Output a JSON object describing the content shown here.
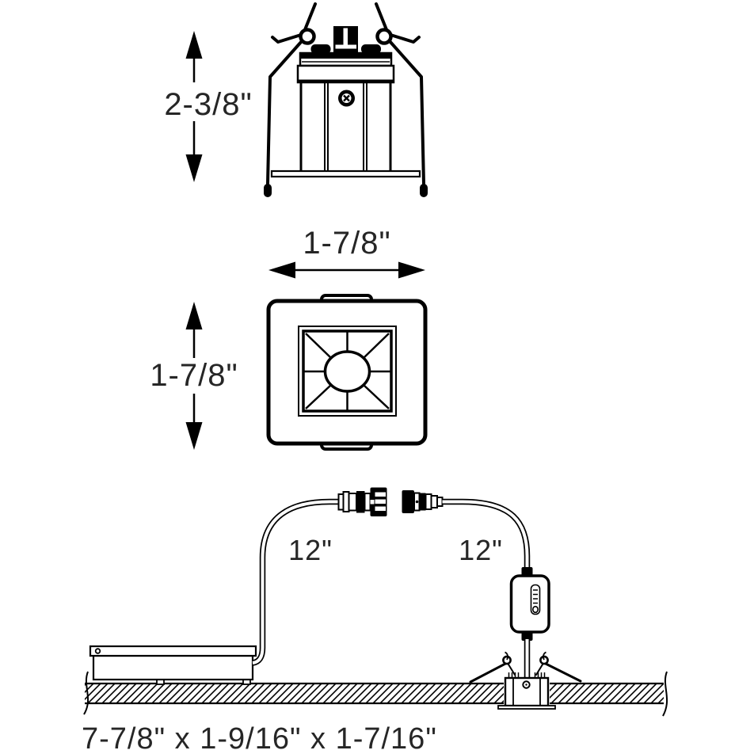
{
  "page": {
    "background": "#ffffff"
  },
  "drawing": {
    "side_view": {
      "height_dim_label": "2-3/8\""
    },
    "face_view": {
      "width_dim_label": "1-7/8\"",
      "height_dim_label": "1-7/8\""
    },
    "installation": {
      "left_cable_length_label": "12\"",
      "right_cable_length_label": "12\"",
      "driver_box_size_label": "7-7/8\" x 1-9/16\" x 1-7/16\""
    },
    "colors": {
      "line": "#000000",
      "text": "#262626",
      "background": "#ffffff"
    }
  }
}
